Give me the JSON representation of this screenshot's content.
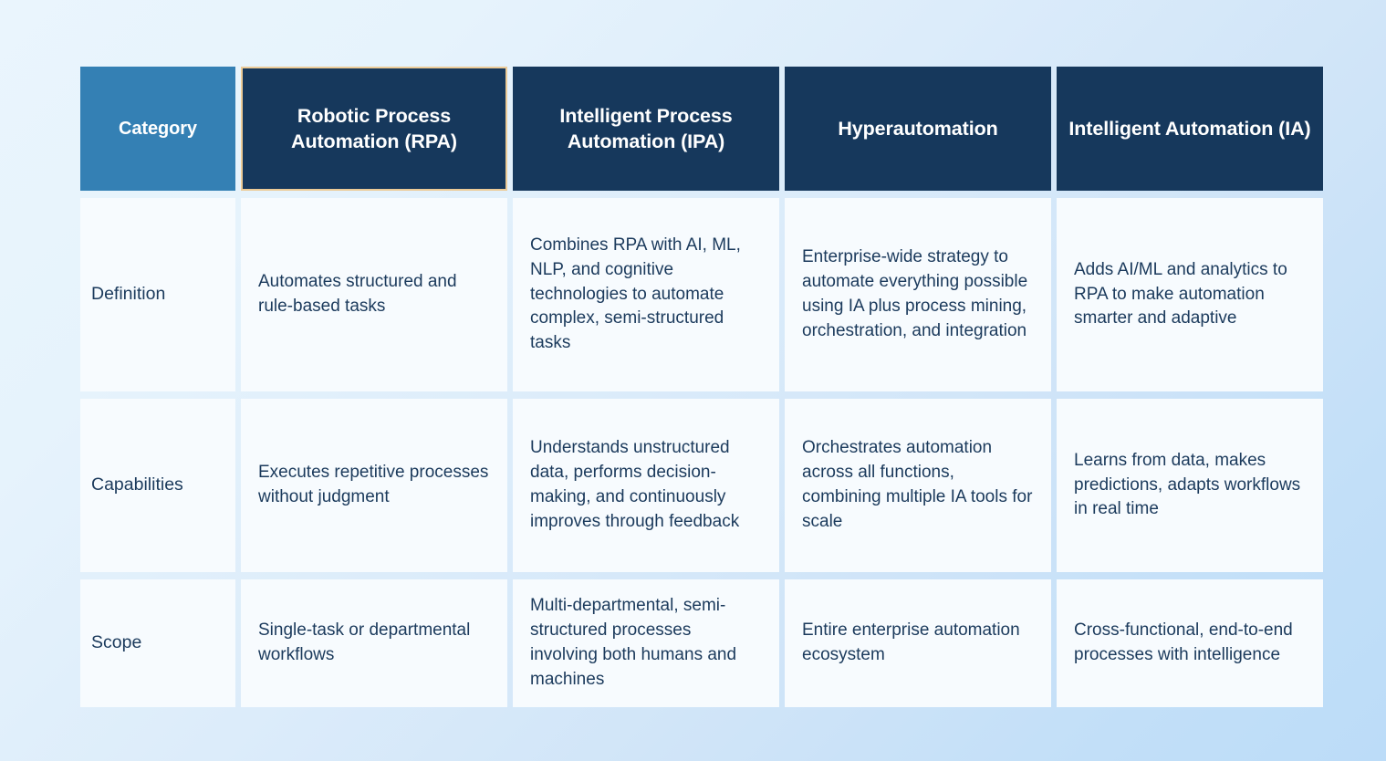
{
  "table": {
    "columns": [
      {
        "key": "category",
        "label": "Category",
        "style": "accent-blue",
        "bordered": true
      },
      {
        "key": "rpa",
        "label": "Robotic Process Automation (RPA)",
        "style": "navy",
        "bordered": true
      },
      {
        "key": "ipa",
        "label": "Intelligent Process Automation (IPA)",
        "style": "navy",
        "bordered": false
      },
      {
        "key": "hyperautomation",
        "label": "Hyperautomation",
        "style": "navy",
        "bordered": false
      },
      {
        "key": "ia",
        "label": "Intelligent Automation (IA)",
        "style": "navy",
        "bordered": false
      }
    ],
    "rows": [
      {
        "label": "Definition",
        "rpa": "Automates structured and rule-based tasks",
        "ipa": "Combines RPA with AI, ML, NLP, and cognitive technologies to automate complex, semi-structured tasks",
        "hyperautomation": "Enterprise-wide strategy to automate everything possible using IA plus process mining, orchestration, and integration",
        "ia": "Adds AI/ML and analytics to RPA to make automation smarter and adaptive"
      },
      {
        "label": "Capabilities",
        "rpa": "Executes repetitive processes without judgment",
        "ipa": "Understands unstructured data, performs decision-making, and continuously improves through feedback",
        "hyperautomation": "Orchestrates automation across all functions, combining multiple IA tools for scale",
        "ia": "Learns from data, makes predictions, adapts workflows in real time"
      },
      {
        "label": "Scope",
        "rpa": "Single-task or departmental workflows",
        "ipa": "Multi-departmental, semi-structured processes involving both humans and machines",
        "hyperautomation": "Entire enterprise automation ecosystem",
        "ia": "Cross-functional, end-to-end processes with intelligence"
      }
    ]
  },
  "colors": {
    "background_start": "#eaf5fd",
    "background_end": "#bcdcf8",
    "header_navy": "#16385c",
    "header_accent_blue": "#3480b4",
    "header_border_gold": "#eccb97",
    "cell_background": "#f7fbfe",
    "body_text": "#1b3a5c",
    "header_text": "#ffffff"
  }
}
